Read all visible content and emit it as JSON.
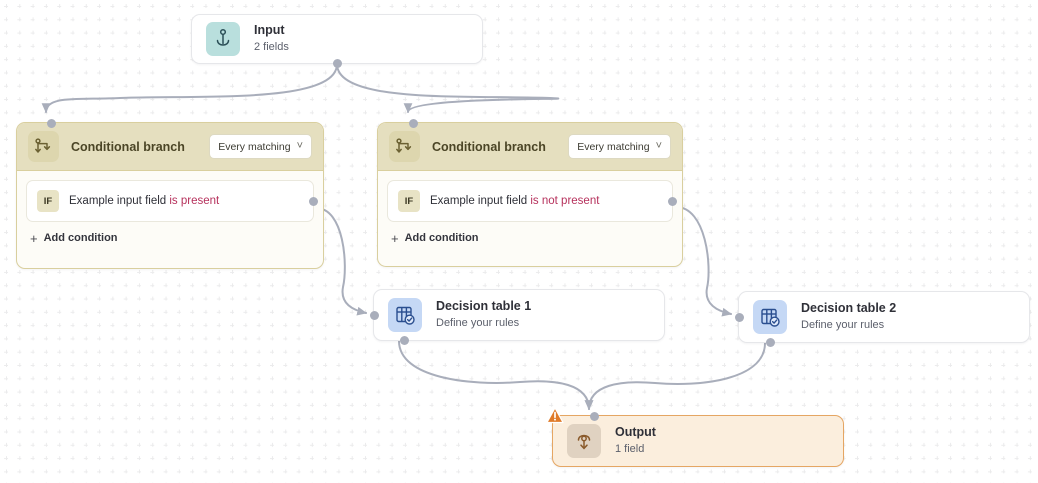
{
  "canvas": {
    "background_color": "#ffffff",
    "dot_color": "#ebebec"
  },
  "nodes": {
    "input": {
      "title": "Input",
      "subtitle": "2 fields",
      "icon": "anchor-input-icon",
      "icon_color": "#b9dfdd"
    },
    "branch_left": {
      "title": "Conditional branch",
      "icon": "branch-icon",
      "icon_color": "#ddd6ae",
      "match_mode": "Every matching",
      "chevron": "˅",
      "conditions": [
        {
          "badge": "IF",
          "field": "Example input field",
          "operator": "is present"
        }
      ],
      "add_condition_label": "Add condition",
      "add_condition_glyph": "+"
    },
    "branch_right": {
      "title": "Conditional branch",
      "icon": "branch-icon",
      "icon_color": "#ddd6ae",
      "match_mode": "Every matching",
      "chevron": "˅",
      "conditions": [
        {
          "badge": "IF",
          "field": "Example input field",
          "operator": "is not present"
        }
      ],
      "add_condition_label": "Add condition",
      "add_condition_glyph": "+"
    },
    "decision_table_1": {
      "title": "Decision table 1",
      "subtitle": "Define your rules",
      "icon": "decision-table-icon",
      "icon_color": "#c5d8f5"
    },
    "decision_table_2": {
      "title": "Decision table 2",
      "subtitle": "Define your rules",
      "icon": "decision-table-icon",
      "icon_color": "#c5d8f5"
    },
    "output": {
      "title": "Output",
      "subtitle": "1 field",
      "icon": "anchor-output-icon",
      "icon_color": "#e0d2c1",
      "warning_icon": "warning-triangle-icon",
      "warning_color": "#e07b2a",
      "border_color": "#e5a663",
      "background_color": "#fbeedd"
    }
  },
  "edges": {
    "color": "#a9aebb",
    "list": [
      {
        "from": "input",
        "to": "branch_left"
      },
      {
        "from": "input",
        "to": "branch_right"
      },
      {
        "from": "branch_left_condition",
        "to": "decision_table_1"
      },
      {
        "from": "branch_right_condition",
        "to": "decision_table_2"
      },
      {
        "from": "decision_table_1",
        "to": "output"
      },
      {
        "from": "decision_table_2",
        "to": "output"
      }
    ]
  }
}
